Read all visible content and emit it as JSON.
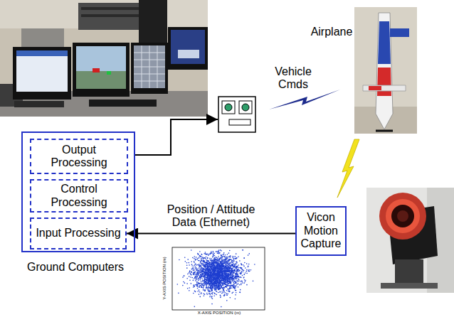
{
  "diagram": {
    "nodes": [
      {
        "text": [
          "Ground Computers"
        ]
      },
      {
        "text": [
          "Output Processing"
        ],
        "in": 0
      },
      {
        "text": [
          "Control Processing"
        ],
        "in": 0
      },
      {
        "text": [
          "Input Processing"
        ],
        "in": 0
      },
      {
        "text": [
          "Vicon Motion Capture"
        ]
      }
    ],
    "edges": [
      {
        "from": 4,
        "to": 3,
        "label": "Position / Attitude Data (Ethernet)",
        "arrow": "to"
      }
    ],
    "labels": [
      "Airplane",
      "Vehicle Cmds",
      "X-AXIS POSITION (m)",
      "Y-AXIS POSITION (m)"
    ]
  }
}
